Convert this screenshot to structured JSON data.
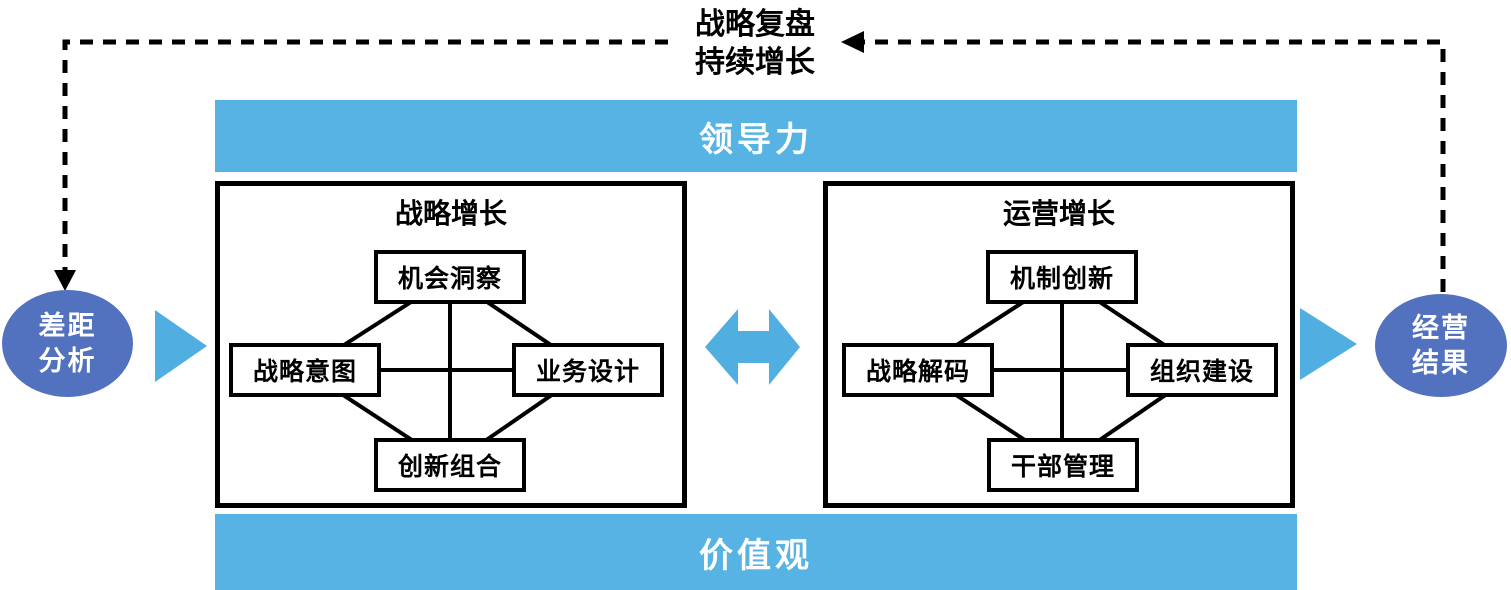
{
  "feedback_loop": {
    "line1": "战略复盘",
    "line2": "持续增长"
  },
  "bars": {
    "leadership": "领导力",
    "values": "价值观"
  },
  "gap_analysis": {
    "line1": "差距",
    "line2": "分析"
  },
  "business_results": {
    "line1": "经营",
    "line2": "结果"
  },
  "strategic_growth": {
    "title": "战略增长",
    "nodes": {
      "top": "机会洞察",
      "left": "战略意图",
      "right": "业务设计",
      "bottom": "创新组合"
    }
  },
  "operational_growth": {
    "title": "运营增长",
    "nodes": {
      "top": "机制创新",
      "left": "战略解码",
      "right": "组织建设",
      "bottom": "干部管理"
    }
  },
  "colors": {
    "bar_blue": "#57B3E3",
    "arrow_blue": "#50AEE0",
    "ellipse_blue": "#5271BE",
    "line_black": "#000000",
    "node_background": "#FFFFFF"
  }
}
